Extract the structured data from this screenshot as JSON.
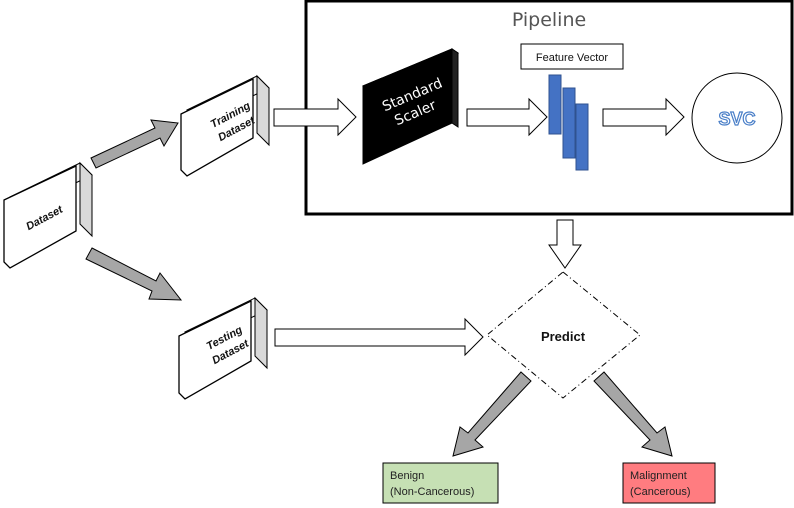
{
  "pipeline": {
    "title": "Pipeline",
    "feature_vector_label": "Feature Vector",
    "scaler_line1": "Standard",
    "scaler_line2": "Scaler",
    "svc_label": "SVC"
  },
  "datasets": {
    "dataset": "Dataset",
    "training_line1": "Training",
    "training_line2": "Dataset",
    "testing_line1": "Testing",
    "testing_line2": "Dataset"
  },
  "predict_label": "Predict",
  "outputs": {
    "benign_line1": "Benign",
    "benign_line2": "(Non-Cancerous)",
    "malignant_line1": "Malignment",
    "malignant_line2": "(Cancerous)"
  },
  "colors": {
    "benign_fill": "#c6e0b4",
    "malignant_fill": "#ff7c80",
    "vector_blue": "#4472c4",
    "arrow_gray": "#a6a6a6"
  }
}
